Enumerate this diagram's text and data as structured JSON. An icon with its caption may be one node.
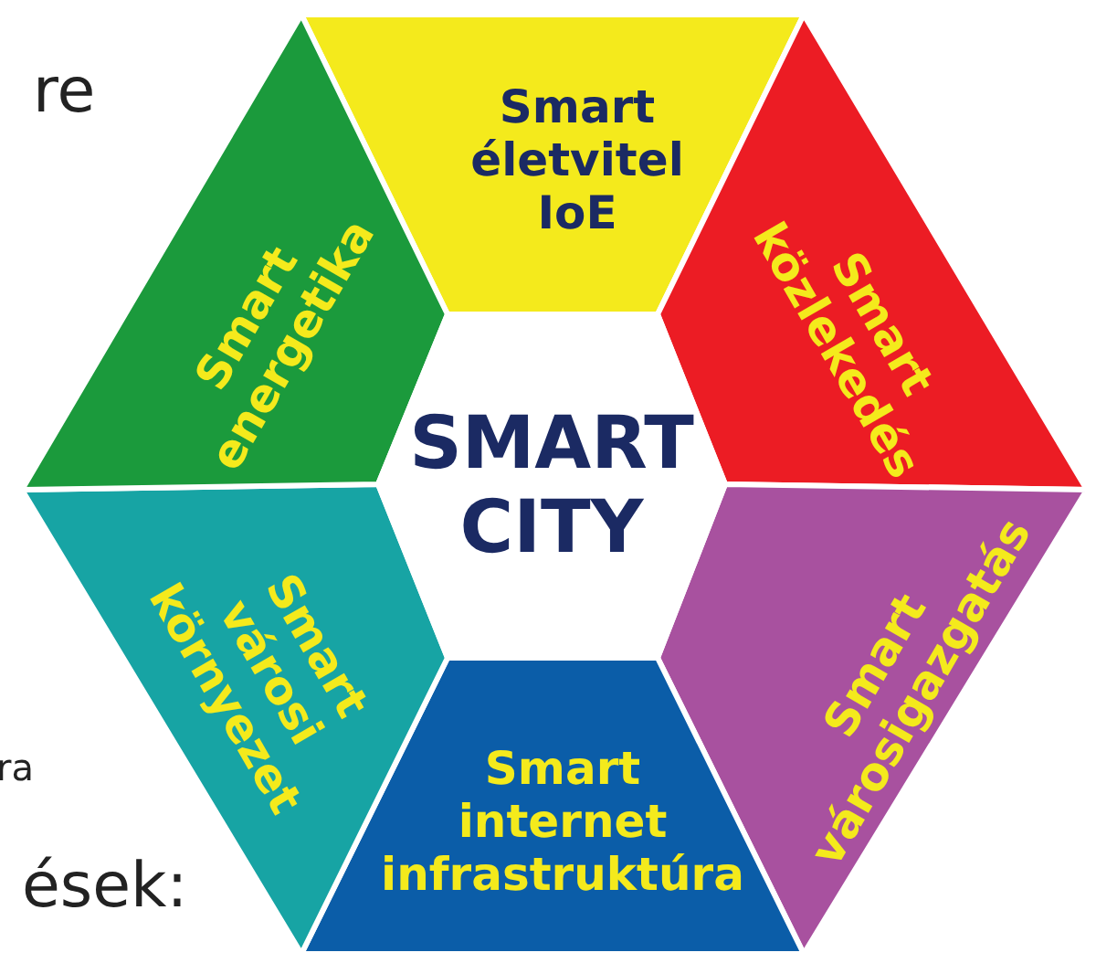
{
  "diagram": {
    "nodes": [
      {
        "text": [
          "Smart életvitel IoE"
        ]
      },
      {
        "text": [
          "Smart közlekedés"
        ]
      },
      {
        "text": [
          "Smart városigazgatás"
        ]
      },
      {
        "text": [
          "Smart internet infrastruktúra"
        ]
      },
      {
        "text": [
          "Smart városi környezet"
        ]
      },
      {
        "text": [
          "Smart energetika"
        ]
      },
      {
        "text": [
          "SMART CITY"
        ]
      }
    ],
    "edges": [],
    "labels": [
      "re",
      "ra",
      "ések:"
    ]
  }
}
